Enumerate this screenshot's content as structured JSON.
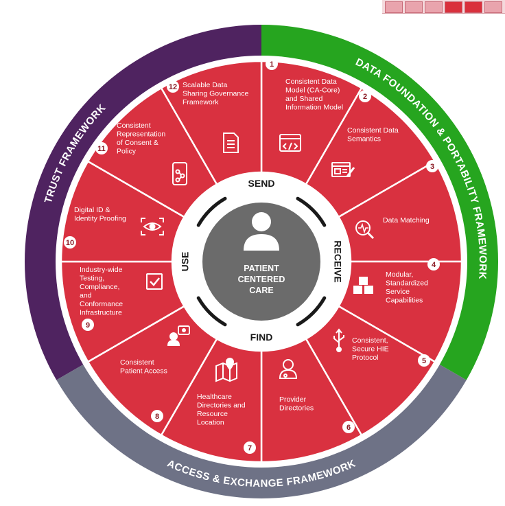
{
  "outer_ring": {
    "trust": "TRUST FRAMEWORK",
    "data_foundation": "DATA FOUNDATION & PORTABILITY FRAMEWORK",
    "access_exchange": "ACCESS & EXCHANGE FRAMEWORK"
  },
  "center": {
    "line1": "PATIENT",
    "line2": "CENTERED",
    "line3": "CARE",
    "icon": "person-icon"
  },
  "actions": {
    "send": "SEND",
    "receive": "RECEIVE",
    "find": "FIND",
    "use": "USE"
  },
  "segments": [
    {
      "number": "1",
      "icon": "code-window-icon",
      "lines": [
        "Consistent Data",
        "Model (CA-Core)",
        "and Shared",
        "Information Model"
      ]
    },
    {
      "number": "2",
      "icon": "edit-form-icon",
      "lines": [
        "Consistent Data",
        "Semantics"
      ]
    },
    {
      "number": "3",
      "icon": "magnifier-pulse-icon",
      "lines": [
        "Data Matching"
      ]
    },
    {
      "number": "4",
      "icon": "cubes-icon",
      "lines": [
        "Modular,",
        "Standardized",
        "Service",
        "Capabilities"
      ]
    },
    {
      "number": "5",
      "icon": "usb-icon",
      "lines": [
        "Consistent,",
        "Secure HIE",
        "Protocol"
      ]
    },
    {
      "number": "6",
      "icon": "doctor-icon",
      "lines": [
        "Provider",
        "Directories"
      ]
    },
    {
      "number": "7",
      "icon": "map-pin-icon",
      "lines": [
        "Healthcare",
        "Directories and",
        "Resource",
        "Location"
      ]
    },
    {
      "number": "8",
      "icon": "user-chat-icon",
      "lines": [
        "Consistent",
        "Patient Access"
      ]
    },
    {
      "number": "9",
      "icon": "checkbox-icon",
      "lines": [
        "Industry-wide",
        "Testing,",
        "Compliance,",
        "and",
        "Conformance",
        "Infrastructure"
      ]
    },
    {
      "number": "10",
      "icon": "eye-scan-icon",
      "lines": [
        "Digital ID &",
        "Identity Proofing"
      ]
    },
    {
      "number": "11",
      "icon": "phone-share-icon",
      "lines": [
        "Consistent",
        "Representation",
        "of Consent &",
        "Policy"
      ]
    },
    {
      "number": "12",
      "icon": "document-icon",
      "lines": [
        "Scalable Data",
        "Sharing Governance",
        "Framework"
      ]
    }
  ],
  "colors": {
    "trust": "#4f2360",
    "data_foundation": "#26a51f",
    "access_exchange": "#6e7286",
    "segment": "#d93140",
    "center": "#6b6b6b"
  }
}
